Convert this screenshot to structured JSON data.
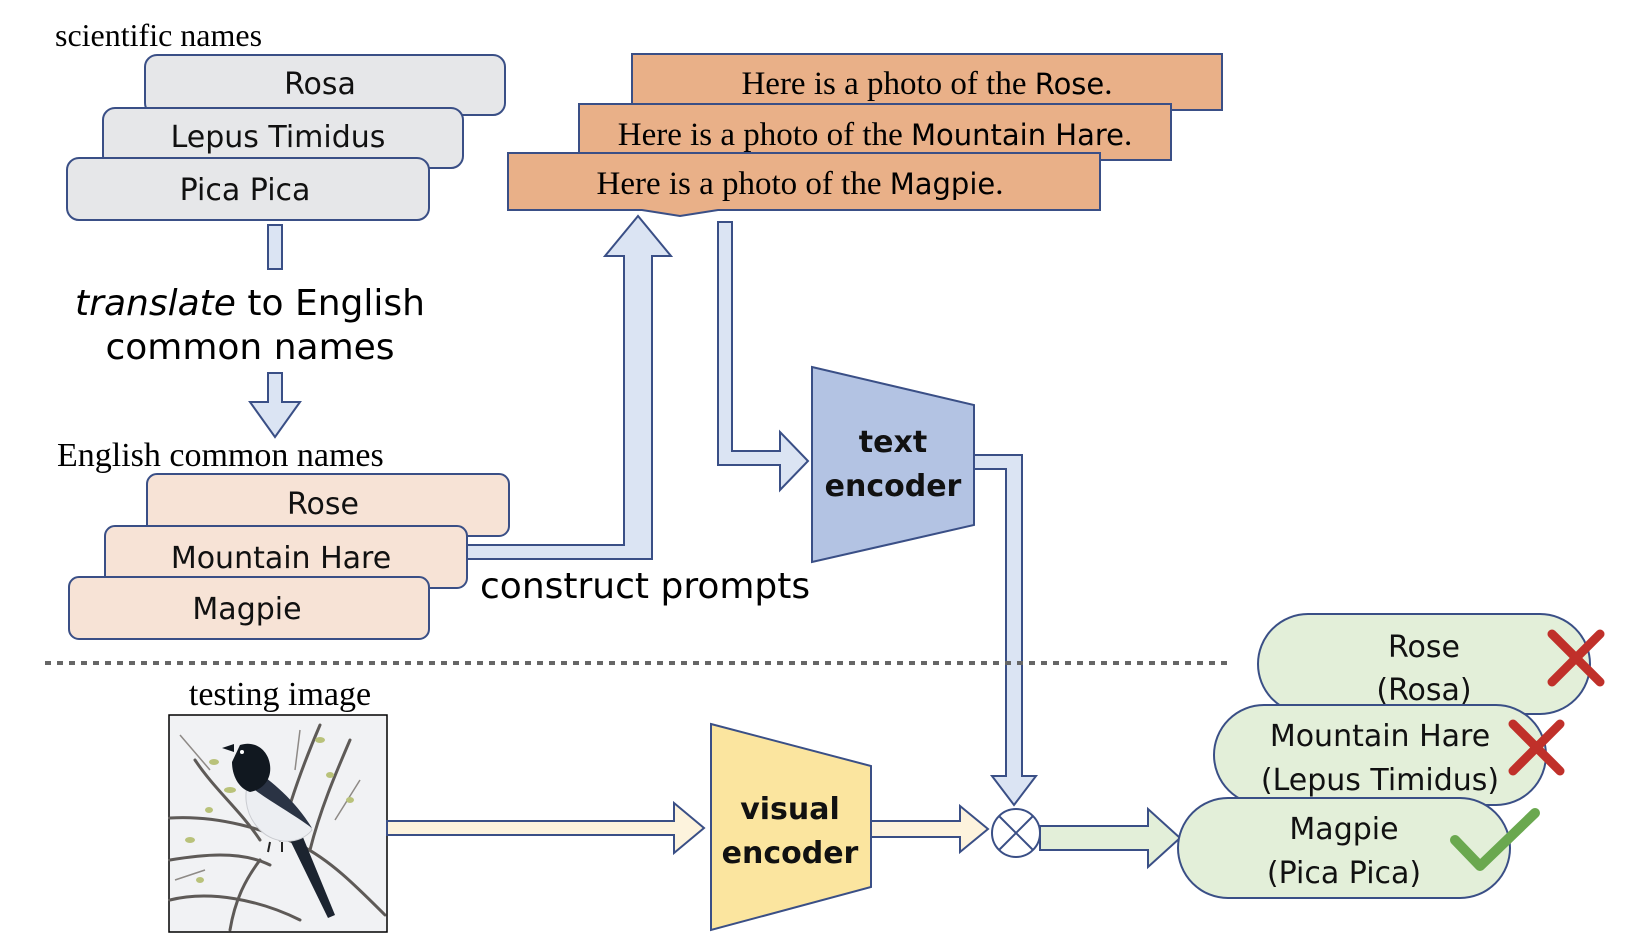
{
  "section_labels": {
    "scientific_names": "scientific names",
    "english_common_names": "English common names",
    "testing_image": "testing image"
  },
  "translate_label": {
    "italic": "translate",
    "rest_line1": " to English",
    "line2": "common names"
  },
  "construct_prompts_label": "construct prompts",
  "scientific_names": [
    "Rosa",
    "Lepus Timidus",
    "Pica Pica"
  ],
  "common_names": [
    "Rose",
    "Mountain Hare",
    "Magpie"
  ],
  "prompt_prefix": "Here is a photo of the ",
  "prompts": [
    {
      "name": "Rose",
      "suffix": "."
    },
    {
      "name": "Mountain Hare",
      "suffix": "."
    },
    {
      "name": "Magpie",
      "suffix": "."
    }
  ],
  "text_encoder": {
    "line1": "text",
    "line2": "encoder"
  },
  "visual_encoder": {
    "line1": "visual",
    "line2": "encoder"
  },
  "results": [
    {
      "common": "Rose",
      "scientific": "(Rosa)",
      "mark": "cross"
    },
    {
      "common": "Mountain Hare",
      "scientific": "(Lepus Timidus)",
      "mark": "cross"
    },
    {
      "common": "Magpie",
      "scientific": "(Pica Pica)",
      "mark": "check"
    }
  ],
  "colors": {
    "scientific_box_fill": "#e6e7e9",
    "common_box_fill": "#f7e3d6",
    "prompt_fill": "#e9b088",
    "text_encoder_fill": "#b3c3e3",
    "visual_encoder_fill": "#fbe59f",
    "result_fill": "#e3efd9",
    "box_stroke": "#3a4f86",
    "arrow_fill": "#dbe4f3",
    "arrow_stroke": "#3a4f86",
    "visual_arrow_fill": "#fdf3dd",
    "cross": "#c0302a",
    "check": "#6aa84f"
  }
}
